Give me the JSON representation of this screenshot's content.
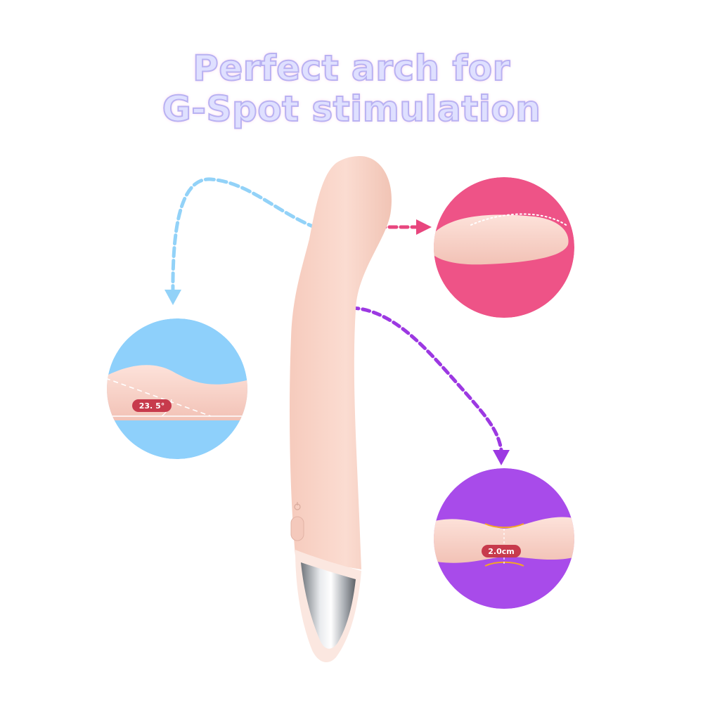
{
  "headline": {
    "line1": "Perfect arch for",
    "line2": "G-Spot stimulation"
  },
  "callouts": {
    "angle": {
      "label": "23. 5°",
      "color": "#8ed0fb",
      "arrow_color": "#92d2f8"
    },
    "head": {
      "color": "#ee5387",
      "arrow_color": "#e8467e"
    },
    "thickness": {
      "label": "2.0cm",
      "color": "#a84bea",
      "arrow_color": "#9c38e2"
    }
  },
  "device": {
    "body_color": "#f8d4c8",
    "tip_color": "#cfd2d6",
    "button_icon": "power-icon"
  },
  "colors": {
    "headline_fill": "#dfe0ff",
    "headline_outline": "#b9b2f2",
    "badge_red": "#c73a4c"
  }
}
